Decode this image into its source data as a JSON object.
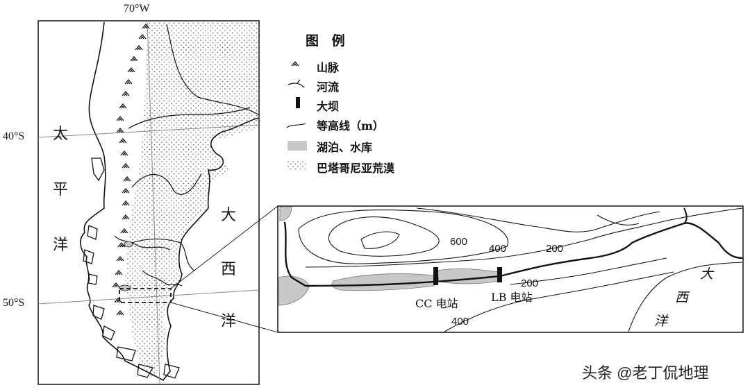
{
  "main_map": {
    "meridian_label": "70°W",
    "lat_40": "40°S",
    "lat_50": "50°S",
    "pacific_chars": [
      "太",
      "平",
      "洋"
    ],
    "atlantic_chars": [
      "大",
      "西",
      "洋"
    ]
  },
  "legend": {
    "title": "图 例",
    "items": [
      {
        "icon": "mountain-icon",
        "label": "山脉"
      },
      {
        "icon": "river-icon",
        "label": "河流"
      },
      {
        "icon": "dam-icon",
        "label": "大坝"
      },
      {
        "icon": "contour-icon",
        "label": "等高线（m）"
      },
      {
        "icon": "lake-icon",
        "label": "湖泊、水库"
      },
      {
        "icon": "desert-icon",
        "label": "巴塔哥尼亚荒漠"
      }
    ]
  },
  "inset": {
    "contour_labels": [
      "600",
      "400",
      "200",
      "200",
      "400"
    ],
    "stations": [
      "CC 电站",
      "LB 电站"
    ],
    "atlantic_chars": [
      "大",
      "西",
      "洋"
    ]
  },
  "watermark": "头条 @老丁侃地理",
  "colors": {
    "lake": "#c8c8c8",
    "ink": "#111111"
  }
}
